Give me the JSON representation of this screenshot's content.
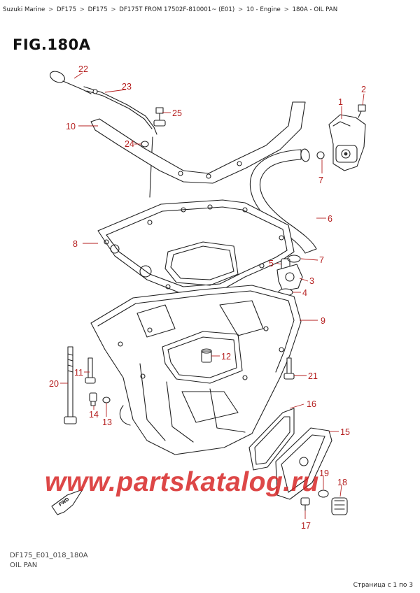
{
  "breadcrumb": {
    "items": [
      "Suzuki Marine",
      "DF175",
      "DF175",
      "DF175T FROM 17502F-810001~ (E01)",
      "10 - Engine",
      "180A - OIL PAN"
    ],
    "separator": ">"
  },
  "figure": {
    "title": "FIG.180A"
  },
  "callouts": [
    "1",
    "2",
    "3",
    "4",
    "5",
    "6",
    "7",
    "7",
    "8",
    "9",
    "10",
    "11",
    "12",
    "13",
    "14",
    "15",
    "16",
    "17",
    "18",
    "19",
    "20",
    "21",
    "22",
    "23",
    "24",
    "25"
  ],
  "fwd_label": "FWD",
  "watermark": "www.partskatalog.ru",
  "footer": {
    "code": "DF175_E01_018_180A",
    "name": "OIL PAN"
  },
  "page_indicator": "Страница с 1 по 3",
  "colors": {
    "callout": "#b51f1f",
    "watermark": "#d61e1e",
    "line": "#222222"
  }
}
